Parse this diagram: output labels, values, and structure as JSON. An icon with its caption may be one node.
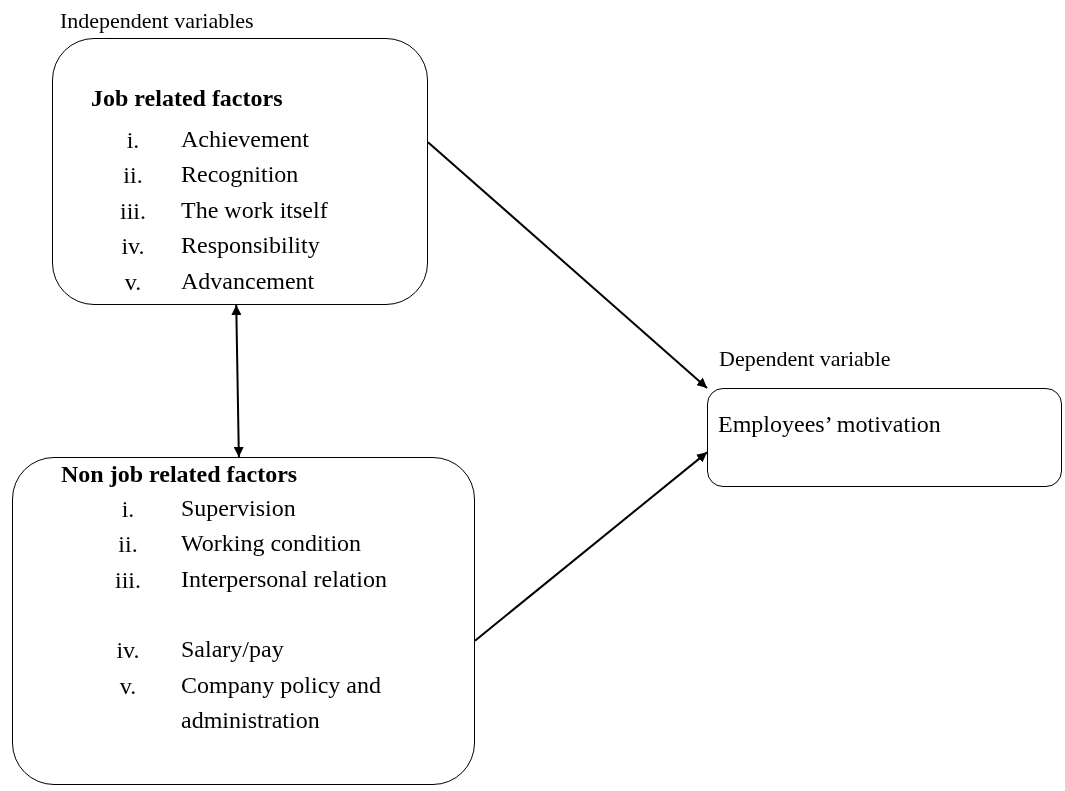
{
  "diagram": {
    "nodes": [
      {
        "text": [
          "Job related factors",
          "i.",
          "Achievement",
          "ii.",
          "Recognition",
          "iii.",
          "The work itself",
          "iv.",
          "Responsibility",
          "v.",
          "Advancement"
        ]
      },
      {
        "text": [
          "Non job related factors",
          "i.",
          "Supervision",
          "ii.",
          "Working condition",
          "iii.",
          "Interpersonal relation",
          "iv.",
          "Salary/pay",
          "v.",
          "Company policy and administration"
        ]
      },
      {
        "text": [
          "Dependent variable",
          "Employees’ motivation"
        ]
      }
    ],
    "edges": [
      {
        "from": 0,
        "to": 2,
        "arrow": "to"
      },
      {
        "from": 1,
        "to": 2,
        "arrow": "to"
      },
      {
        "from": 0,
        "to": 1,
        "arrow": "both"
      }
    ],
    "labels": [
      "Independent variables"
    ]
  }
}
